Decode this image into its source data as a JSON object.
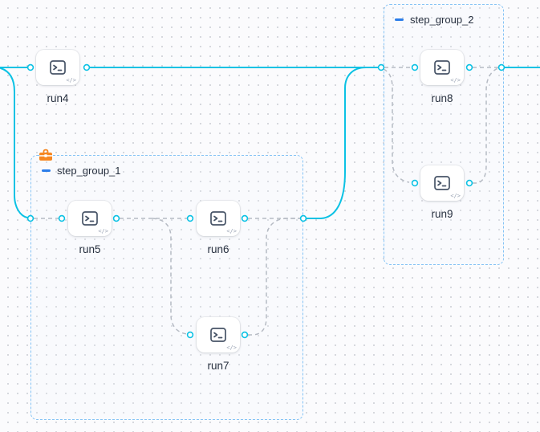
{
  "canvas": {
    "background": "#fbfbfd",
    "grid_dot_color": "#d3d5db",
    "edge_color": "#0cc2e4",
    "dashed_edge_color": "#b6bbc4",
    "port_fill": "#ffffff",
    "port_stroke": "#0cc2e4",
    "group_border_color": "#85c3f5",
    "collapse_icon_color": "#2b7de9",
    "badge_color": "#f6861f"
  },
  "icons": {
    "terminal": "terminal-window",
    "code": "</>",
    "collapse": "minus",
    "badge": "toolbox"
  },
  "nodes": [
    {
      "id": "run4",
      "label": "run4"
    },
    {
      "id": "run5",
      "label": "run5"
    },
    {
      "id": "run6",
      "label": "run6"
    },
    {
      "id": "run7",
      "label": "run7"
    },
    {
      "id": "run8",
      "label": "run8"
    },
    {
      "id": "run9",
      "label": "run9"
    }
  ],
  "groups": [
    {
      "id": "step_group_1",
      "label": "step_group_1"
    },
    {
      "id": "step_group_2",
      "label": "step_group_2"
    }
  ]
}
